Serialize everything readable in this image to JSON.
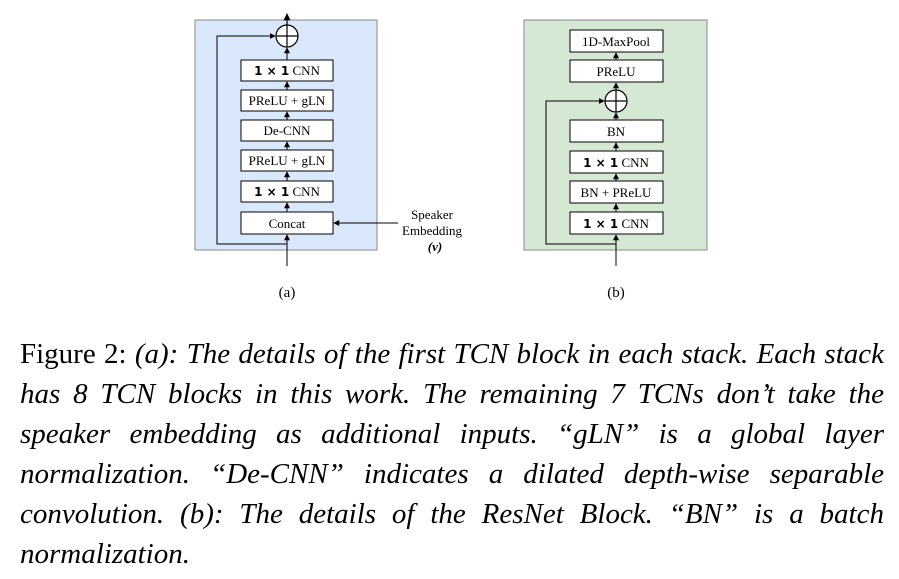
{
  "panel_a": {
    "blocks": [
      {
        "bold": "1 × 1",
        "text": " CNN"
      },
      {
        "bold": "",
        "text": "PReLU + gLN"
      },
      {
        "bold": "",
        "text": "De-CNN"
      },
      {
        "bold": "",
        "text": "PReLU + gLN"
      },
      {
        "bold": "1 × 1",
        "text": " CNN"
      },
      {
        "bold": "",
        "text": "Concat"
      }
    ],
    "side_input_line1": "Speaker",
    "side_input_line2": "Embedding",
    "side_input_var": "(v)",
    "label": "(a)",
    "fill_color": "#dae8fc"
  },
  "panel_b": {
    "blocks": [
      {
        "bold": "",
        "text": "1D-MaxPool"
      },
      {
        "bold": "",
        "text": "PReLU"
      },
      {
        "bold": "",
        "text": "BN"
      },
      {
        "bold": "1 × 1",
        "text": " CNN"
      },
      {
        "bold": "",
        "text": "BN + PReLU"
      },
      {
        "bold": "1 × 1",
        "text": " CNN"
      }
    ],
    "label": "(b)",
    "fill_color": "#d5e8d4"
  },
  "caption": {
    "figure_number": "Figure 2:",
    "text": "(a): The details of the first TCN block in each stack. Each stack has 8 TCN blocks in this work. The remaining 7 TCNs don’t take the speaker embedding as additional inputs. “gLN” is a global layer normalization. “De-CNN” indicates a dilated depth-wise separable convolution. (b): The details of the ResNet Block. “BN” is a batch normalization."
  }
}
